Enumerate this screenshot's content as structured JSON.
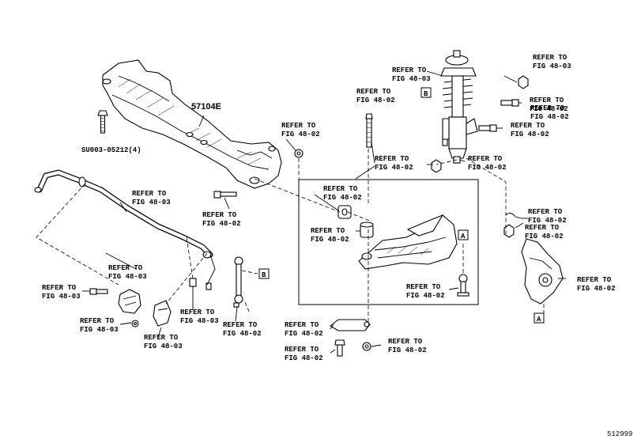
{
  "diagram": {
    "part_number": "57104E",
    "bolt_code": "SU003-05212(4)",
    "figure_number": "512999",
    "markers": {
      "a": "A",
      "b": "B"
    },
    "callouts": [
      {
        "line1": "REFER TO",
        "line2": "FIG 48-03"
      },
      {
        "line1": "REFER TO",
        "line2": "FIG 48-03"
      },
      {
        "line1": "REFER TO",
        "line2": "FIG 48-02"
      },
      {
        "line1": "REFER TO",
        "line2": "FIG 48-02"
      },
      {
        "line1": "REFER TO",
        "line2": "FIG 48-02"
      },
      {
        "line1": "REFER TO",
        "line2": "FIG 48-02"
      },
      {
        "line1": "REFER TO",
        "line2": "FIG 48-02"
      },
      {
        "line1": "REFER TO",
        "line2": "FIG 48-02"
      },
      {
        "line1": "REFER TO",
        "line2": "FIG 48-02"
      },
      {
        "line1": "REFER TO",
        "line2": "FIG 48-02"
      },
      {
        "line1": "REFER TO",
        "line2": "FIG 48-02"
      },
      {
        "line1": "REFER TO",
        "line2": "FIG 48-02"
      },
      {
        "line1": "REFER TO",
        "line2": "FIG 48-02"
      },
      {
        "line1": "REFER TO",
        "line2": "FIG 48-02"
      },
      {
        "line1": "REFER TO",
        "line2": "FIG 48-02"
      },
      {
        "line1": "REFER TO",
        "line2": "FIG 48-02"
      },
      {
        "line1": "REFER TO",
        "line2": "FIG 48-02"
      },
      {
        "line1": "REFER TO",
        "line2": "FIG 48-03"
      },
      {
        "line1": "REFER TO",
        "line2": "FIG 48-03"
      },
      {
        "line1": "REFER TO",
        "line2": "FIG 48-03"
      },
      {
        "line1": "REFER TO",
        "line2": "FIG 48-03"
      },
      {
        "line1": "REFER TO",
        "line2": "FIG 48-03"
      },
      {
        "line1": "REFER TO",
        "line2": "FIG 48-03"
      },
      {
        "line1": "REFER TO",
        "line2": "FIG 48-02"
      },
      {
        "line1": "REFER TO",
        "line2": "FIG 48-02"
      },
      {
        "line1": "REFER TO",
        "line2": "FIG 48-02"
      }
    ]
  }
}
